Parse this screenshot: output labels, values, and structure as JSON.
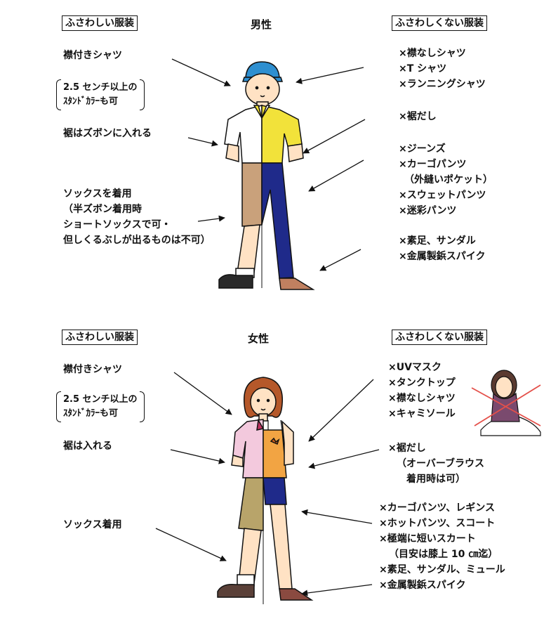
{
  "male": {
    "heading": "男性",
    "good_title": "ふさわしい服装",
    "bad_title": "ふさわしくない服装",
    "good": {
      "collar_shirt": "襟付きシャツ",
      "stand_collar": [
        "2.5 センチ以上の",
        "ｽﾀﾝﾄﾞｶﾗｰも可"
      ],
      "tuck_in": "裾はズボンに入れる",
      "socks": [
        "ソックスを着用",
        "（半ズボン着用時",
        "ショートソックスで可・",
        "但しくるぶしが出るものは不可）"
      ]
    },
    "bad": {
      "shirts": [
        "×襟なしシャツ",
        "×T シャツ",
        "×ランニングシャツ"
      ],
      "untucked": "×裾だし",
      "pants": [
        "×ジーンズ",
        "×カーゴパンツ",
        "（外縫いポケット）",
        "×スウェットパンツ",
        "×迷彩パンツ"
      ],
      "feet": [
        "×素足、サンダル",
        "×金属製鋲スパイク"
      ]
    }
  },
  "female": {
    "heading": "女性",
    "good_title": "ふさわしい服装",
    "bad_title": "ふさわしくない服装",
    "good": {
      "collar_shirt": "襟付きシャツ",
      "stand_collar": [
        "2.5 センチ以上の",
        "ｽﾀﾝﾄﾞｶﾗｰも可"
      ],
      "tuck_in": "裾は入れる",
      "socks": "ソックス着用"
    },
    "bad": {
      "tops": [
        "×UVマスク",
        "×タンクトップ",
        "×襟なしシャツ",
        "×キャミソール"
      ],
      "untucked": [
        "×裾だし",
        "（オーバーブラウス",
        "着用時は可）"
      ],
      "bottoms": [
        "×カーゴパンツ、レギンス",
        "×ホットパンツ、スコート",
        "×極端に短いスカート",
        "（目安は膝上 10 ㎝迄）",
        "×素足、サンダル、ミュール",
        "×金属製鋲スパイク"
      ]
    }
  },
  "colors": {
    "cap": "#2e8fd0",
    "skin": "#ffe2c4",
    "white_shirt": "#ffffff",
    "yellow_shirt": "#f2e23a",
    "khaki_shorts": "#c9a17b",
    "navy_pants": "#1f2a8a",
    "pink_blouse": "#f3c9dd",
    "orange_top": "#f2a443",
    "olive_skirt": "#b8a46a",
    "navy_skirt": "#1f2a8a",
    "hair": "#b5582a",
    "shoe": "#2a2a2a",
    "cross": "#e4504a",
    "mask": "#7a4a6e"
  }
}
